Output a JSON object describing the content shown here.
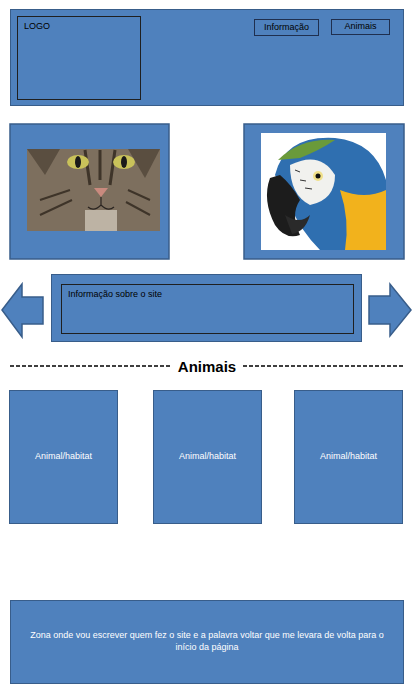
{
  "diagram": {
    "title": "Animais",
    "nodes": [
      {
        "text": []
      },
      {
        "text": [
          "LOGO"
        ],
        "in": 0
      },
      {
        "text": [
          "Informação"
        ],
        "in": 0
      },
      {
        "text": [
          "Animais"
        ],
        "in": 0
      },
      {
        "text": []
      },
      {
        "text": [
          "Informação sobre o site"
        ],
        "in": 4
      },
      {
        "text": [
          "Animal/habitat"
        ]
      },
      {
        "text": [
          "Animal/habitat"
        ]
      },
      {
        "text": [
          "Animal/habitat"
        ]
      },
      {
        "text": [
          "Zona onde vou escrever quem fez o site e a palavra voltar que me levara de volta para o início da página"
        ]
      }
    ]
  }
}
